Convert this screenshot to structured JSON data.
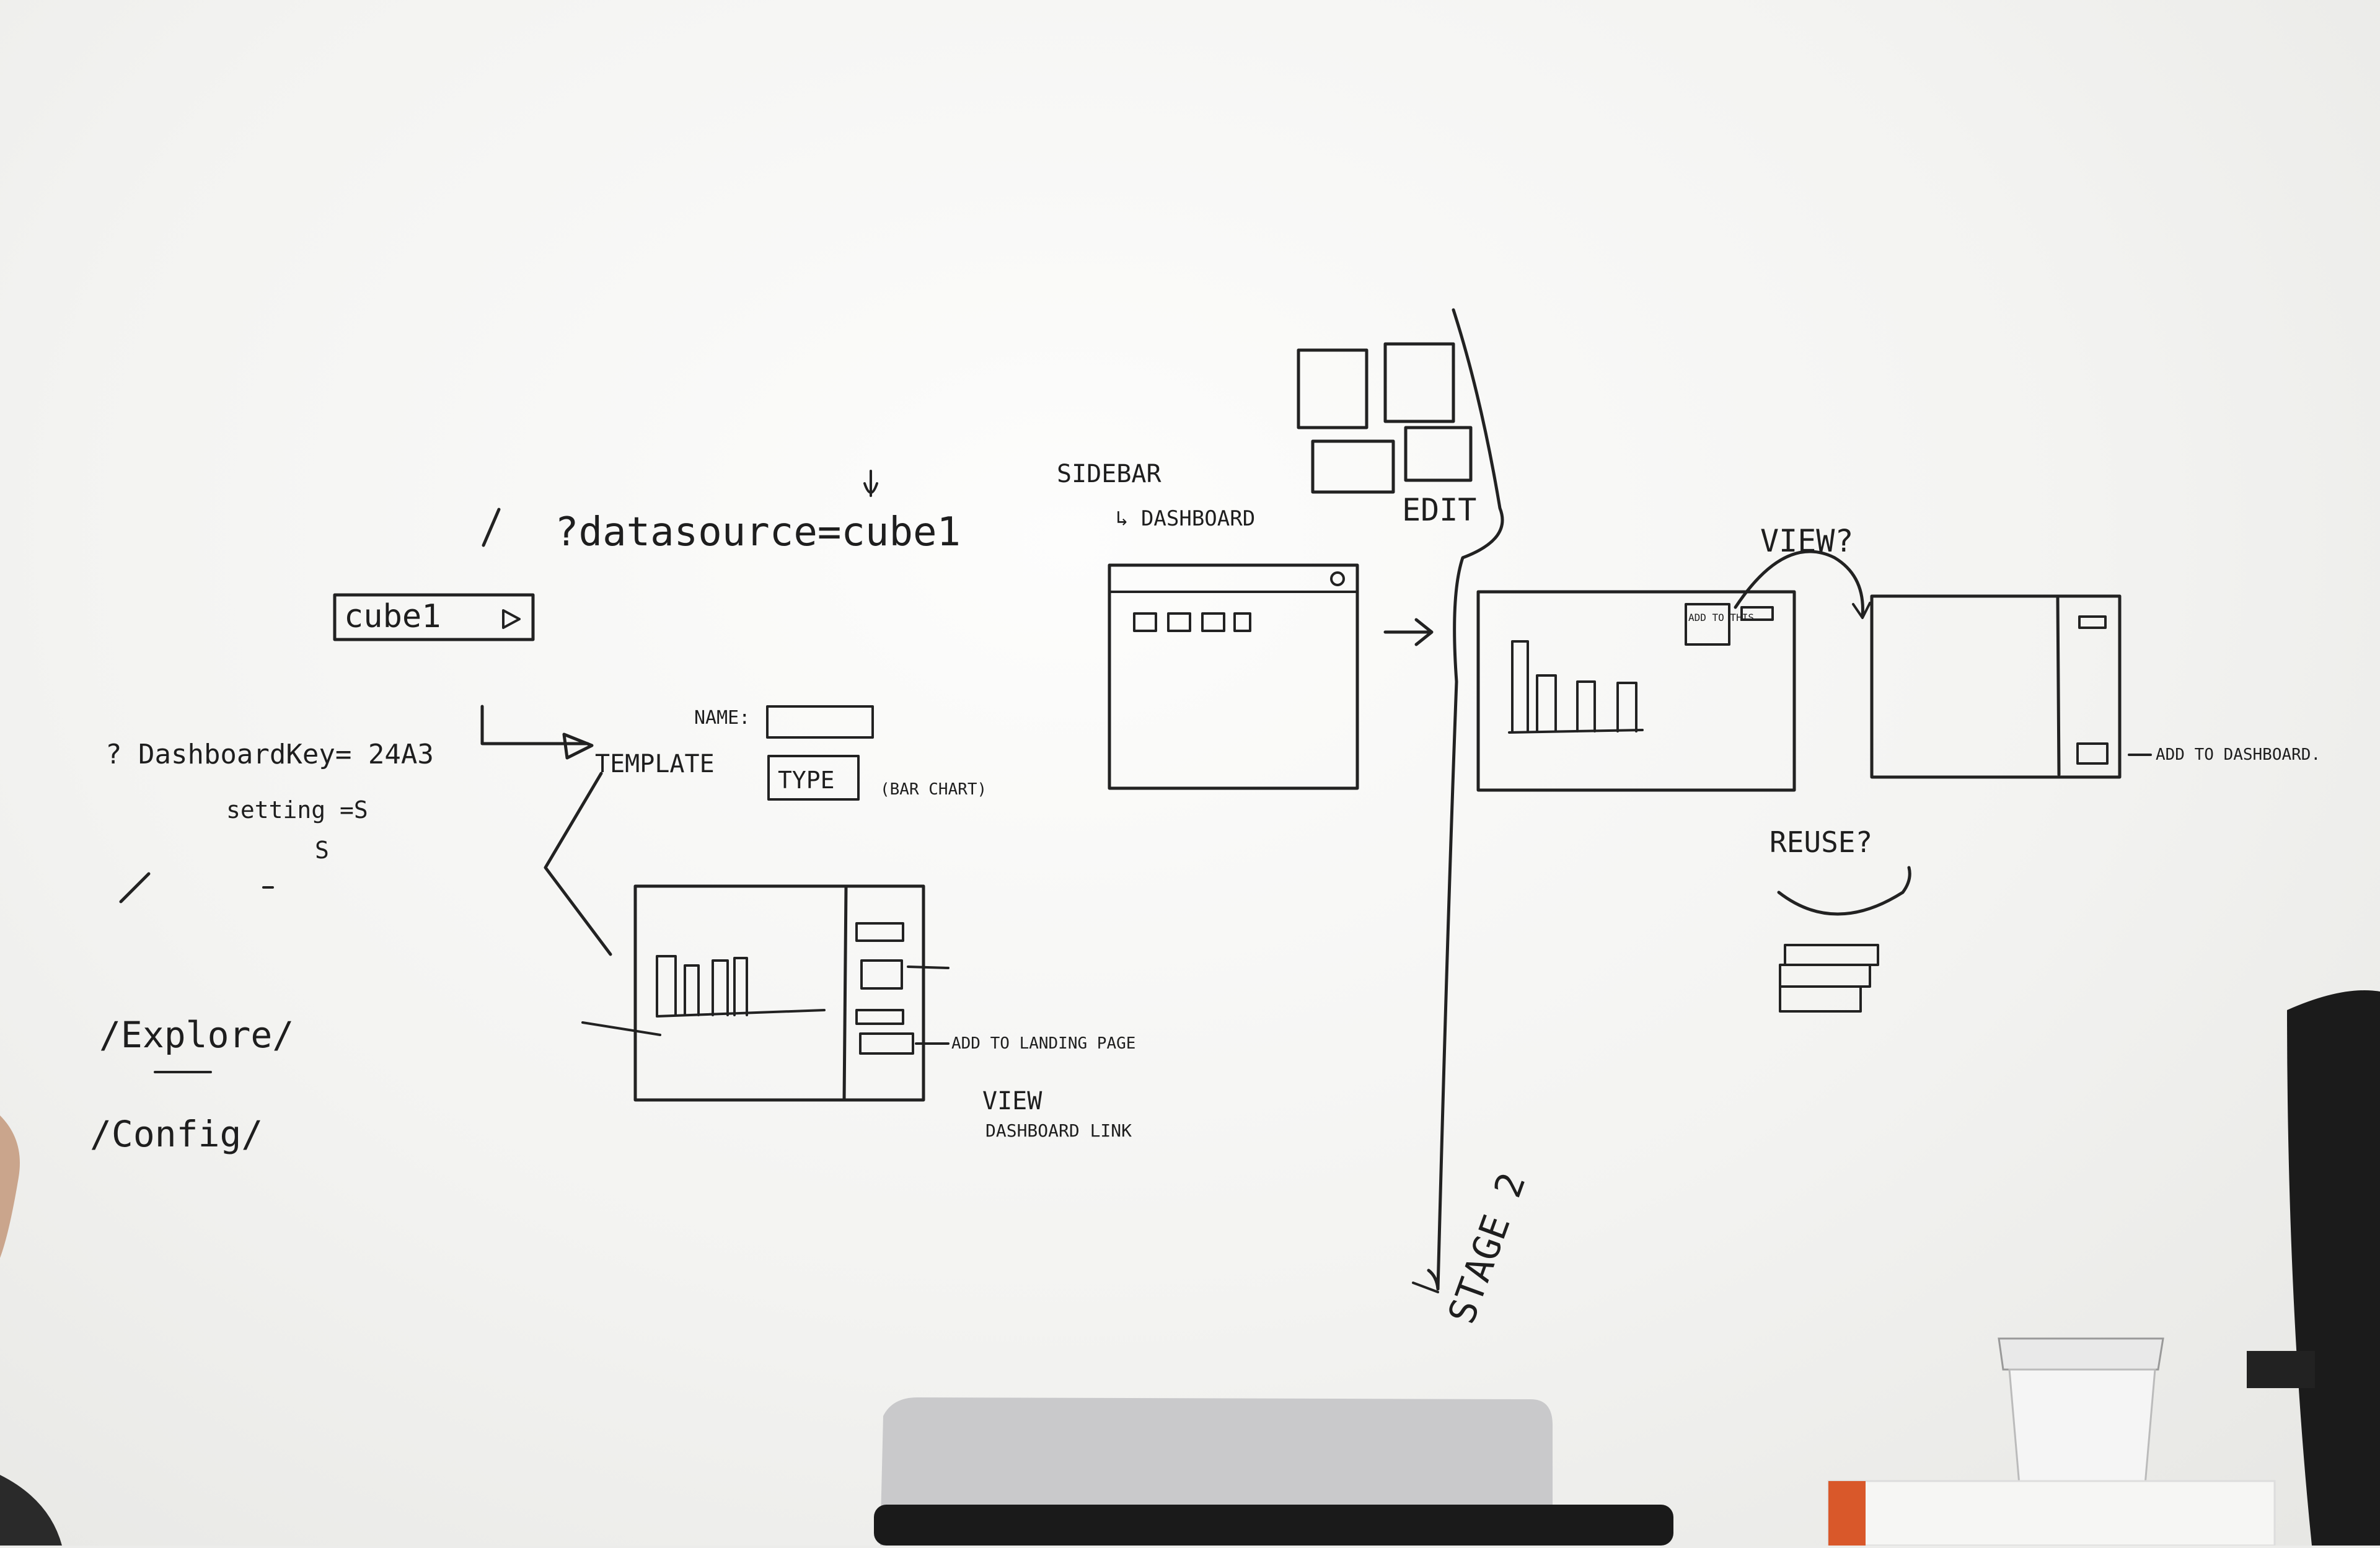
{
  "whiteboard": {
    "left_sketch": {
      "slash_mark": "/",
      "query": "?datasource=cube1",
      "dropdown_label": "cube1",
      "dashboard_key": "? DashboardKey= 24A3",
      "setting": "setting =S",
      "setting_value": "S",
      "template_label": "TEMPLATE",
      "name_label": "NAME:",
      "type_label": "TYPE",
      "type_note": "(BAR CHART)",
      "add_to_landing": "ADD TO LANDING PAGE",
      "view_label": "VIEW",
      "dashboard_link": "DASHBOARD LINK",
      "explore_label": "/Explore/",
      "config_label": "/Config/"
    },
    "right_sketch": {
      "sidebar_label": "SIDEBAR",
      "dashboard_label": "↳ DASHBOARD",
      "edit_label": "EDIT",
      "view_question": "VIEW?",
      "add_to_this": "ADD TO THIS",
      "add_to_dashboard": "ADD TO DASHBOARD.",
      "reuse_question": "REUSE?",
      "stage_label": "STAGE 2"
    }
  }
}
